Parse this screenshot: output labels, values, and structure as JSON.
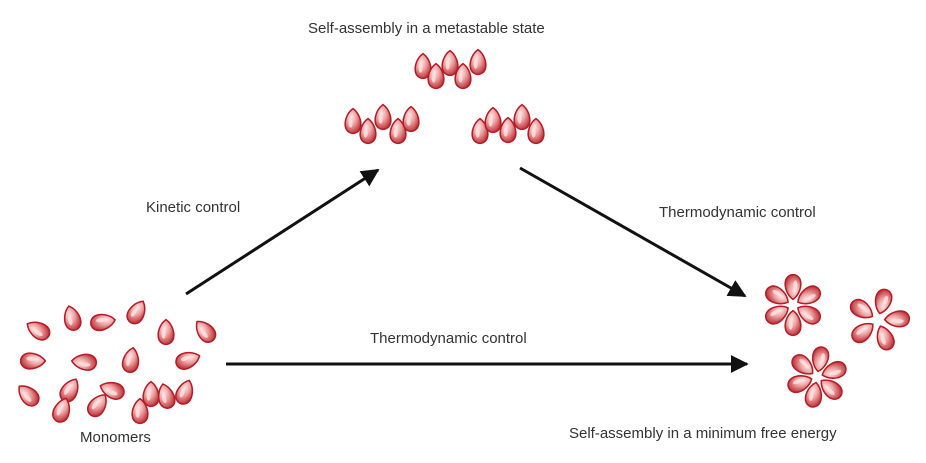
{
  "labels": {
    "metastable": "Self-assembly in a metastable state",
    "kinetic": "Kinetic control",
    "thermo_upper": "Thermodynamic control",
    "thermo_lower": "Thermodynamic control",
    "monomers": "Monomers",
    "minimum_free_energy": "Self-assembly in a minimum free energy"
  },
  "colors": {
    "petal_fill": "#e07a7a",
    "petal_stroke": "#b21d26",
    "petal_highlight": "#fbe3e3",
    "arrow": "#111111",
    "text": "#333333"
  }
}
